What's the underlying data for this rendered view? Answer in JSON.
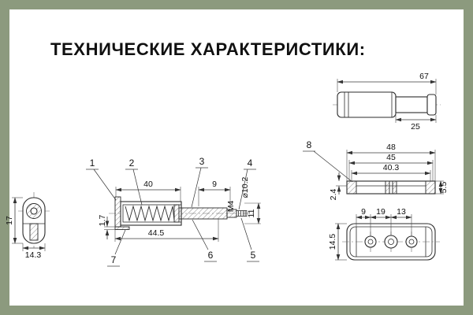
{
  "page": {
    "title": "ТЕХНИЧЕСКИЕ ХАРАКТЕРИСТИКИ:",
    "colors": {
      "frame": "#8c9a7e",
      "background": "#ffffff",
      "line": "#2b2b2b"
    }
  },
  "front_view": {
    "height": "17",
    "width": "14.3"
  },
  "section_view": {
    "dim_length": "40",
    "dim_rod": "9",
    "dim_diameter": "⌀10.2",
    "dim_thread": "M4",
    "dim_tip": "11",
    "dim_total": "44.5",
    "dim_plate": "1.7",
    "callouts": {
      "c1": "1",
      "c2": "2",
      "c3": "3",
      "c4": "4",
      "c5": "5",
      "c6": "6",
      "c7": "7"
    }
  },
  "side_view": {
    "dim_total": "67",
    "dim_tip": "25"
  },
  "plate_section": {
    "dim_48": "48",
    "dim_45": "45",
    "dim_40_3": "40.3",
    "dim_2_4": "2.4",
    "dim_5_5": "5.5",
    "callout_8": "8"
  },
  "plate_plan": {
    "dim_9": "9",
    "dim_19": "19",
    "dim_13": "13",
    "dim_14_5": "14.5"
  }
}
